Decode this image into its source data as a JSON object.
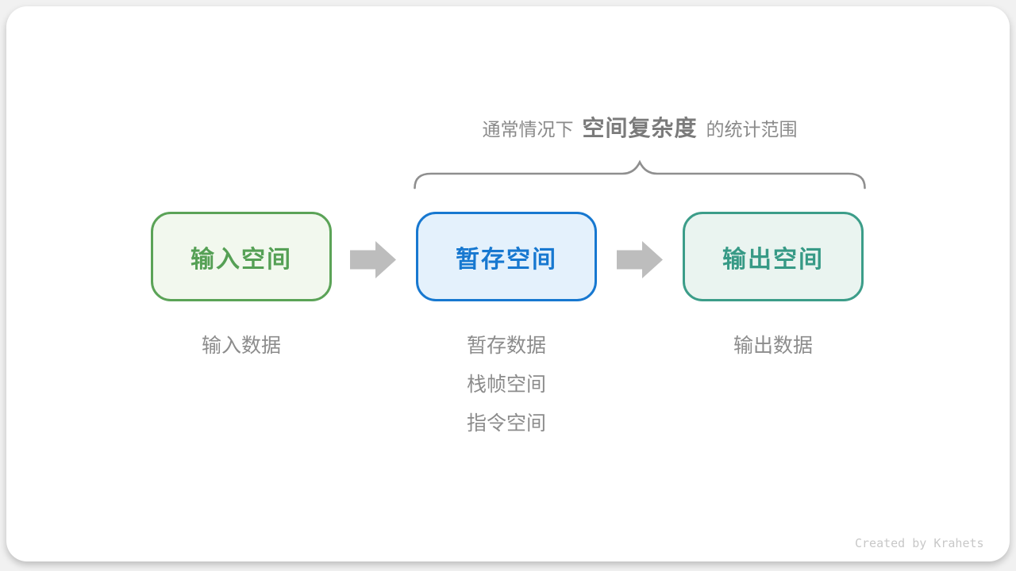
{
  "annotation": {
    "prefix": "通常情况下",
    "term": "空间复杂度",
    "suffix": "的统计范围"
  },
  "boxes": [
    {
      "id": "input-space",
      "label": "输入空间",
      "border_color": "#5BA357",
      "background": "#F2F8EE",
      "text_color": "#55A055"
    },
    {
      "id": "temp-space",
      "label": "暂存空间",
      "border_color": "#1778D0",
      "background": "#E4F1FC",
      "text_color": "#1778D0"
    },
    {
      "id": "output-space",
      "label": "输出空间",
      "border_color": "#3C9D89",
      "background": "#EAF4F0",
      "text_color": "#379A86"
    }
  ],
  "arrows": [
    {
      "icon": "arrow-right-icon"
    },
    {
      "icon": "arrow-right-icon"
    }
  ],
  "details": {
    "input": [
      "输入数据"
    ],
    "temp": [
      "暂存数据",
      "栈帧空间",
      "指令空间"
    ],
    "output": [
      "输出数据"
    ]
  },
  "footer": {
    "credit": "Created by Krahets"
  },
  "colors": {
    "brace": "#8F8F8F",
    "arrow": "#BDBDBD",
    "annotation_text": "#8A8A8A",
    "detail_text": "#8C8C8C",
    "card_background": "#FFFFFF",
    "page_background": "#F1F1F1"
  }
}
